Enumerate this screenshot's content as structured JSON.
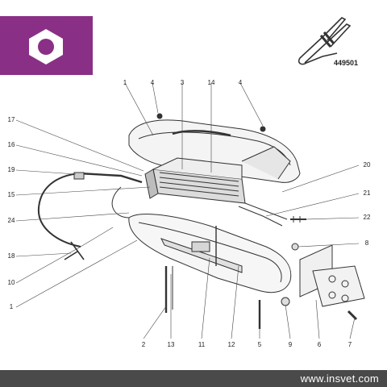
{
  "header": {
    "badge_icon": "hex-nut-icon",
    "badge_color": "#8a2f86",
    "part_reference": "449501",
    "part_icon": "cutting-wire-tip-icon"
  },
  "callouts": [
    {
      "id": "c1a",
      "label": "1"
    },
    {
      "id": "c4a",
      "label": "4"
    },
    {
      "id": "c3",
      "label": "3"
    },
    {
      "id": "c14",
      "label": "14"
    },
    {
      "id": "c4b",
      "label": "4"
    },
    {
      "id": "c17",
      "label": "17"
    },
    {
      "id": "c16",
      "label": "16"
    },
    {
      "id": "c19",
      "label": "19"
    },
    {
      "id": "c15",
      "label": "15"
    },
    {
      "id": "c24",
      "label": "24"
    },
    {
      "id": "c18",
      "label": "18"
    },
    {
      "id": "c10",
      "label": "10"
    },
    {
      "id": "c1b",
      "label": "1"
    },
    {
      "id": "c20",
      "label": "20"
    },
    {
      "id": "c21",
      "label": "21"
    },
    {
      "id": "c22",
      "label": "22"
    },
    {
      "id": "c8",
      "label": "8"
    },
    {
      "id": "c2",
      "label": "2"
    },
    {
      "id": "c13",
      "label": "13"
    },
    {
      "id": "c11",
      "label": "11"
    },
    {
      "id": "c12",
      "label": "12"
    },
    {
      "id": "c5",
      "label": "5"
    },
    {
      "id": "c9",
      "label": "9"
    },
    {
      "id": "c6",
      "label": "6"
    },
    {
      "id": "c7",
      "label": "7"
    }
  ],
  "footer": {
    "url": "www.insvet.com",
    "bar_color": "#4a4a4a"
  }
}
